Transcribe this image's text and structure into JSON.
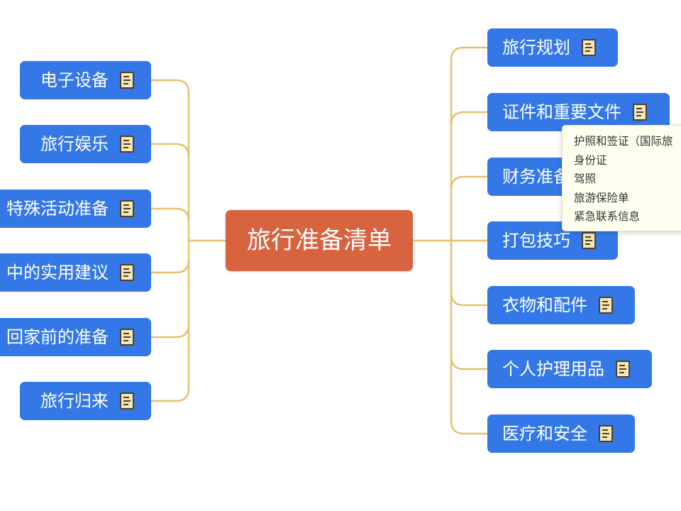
{
  "mindmap": {
    "root": "旅行准备清单",
    "left": [
      "电子设备",
      "旅行娱乐",
      "特殊活动准备",
      "中的实用建议",
      "回家前的准备",
      "旅行归来"
    ],
    "right": [
      "旅行规划",
      "证件和重要文件",
      "财务准备",
      "打包技巧",
      "衣物和配件",
      "个人护理用品",
      "医疗和安全"
    ]
  },
  "note_icon": "note-icon",
  "tooltip": {
    "lines": [
      "护照和签证（国际旅",
      "身份证",
      "驾照",
      "旅游保险单",
      "紧急联系信息"
    ]
  },
  "colors": {
    "node": "#3478e8",
    "root": "#d8633f",
    "connector": "#e8c26a",
    "tooltip_bg": "#fffff0"
  }
}
